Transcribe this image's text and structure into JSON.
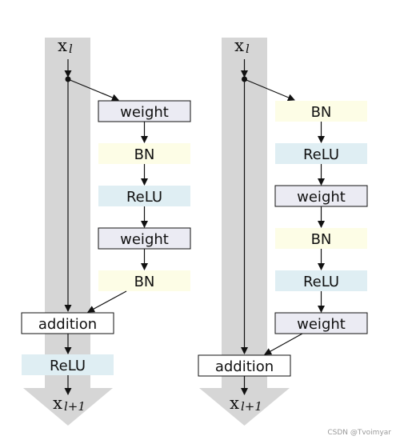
{
  "colors": {
    "weight_fill": "#ebebf3",
    "bn_fill": "#fdfde6",
    "relu_fill": "#dfeef3",
    "addition_fill": "#ffffff",
    "trunk_fill": "#d6d6d6",
    "stroke": "#111111"
  },
  "left_block": {
    "input_label": "x",
    "input_sub": "l",
    "branch": [
      "weight",
      "BN",
      "ReLU",
      "weight",
      "BN"
    ],
    "addition_label": "addition",
    "post_label": "ReLU",
    "output_label": "x",
    "output_sub": "l+1"
  },
  "right_block": {
    "input_label": "x",
    "input_sub": "l",
    "branch": [
      "BN",
      "ReLU",
      "weight",
      "BN",
      "ReLU",
      "weight"
    ],
    "addition_label": "addition",
    "output_label": "x",
    "output_sub": "l+1"
  },
  "watermark": "CSDN @Tvoimyar"
}
